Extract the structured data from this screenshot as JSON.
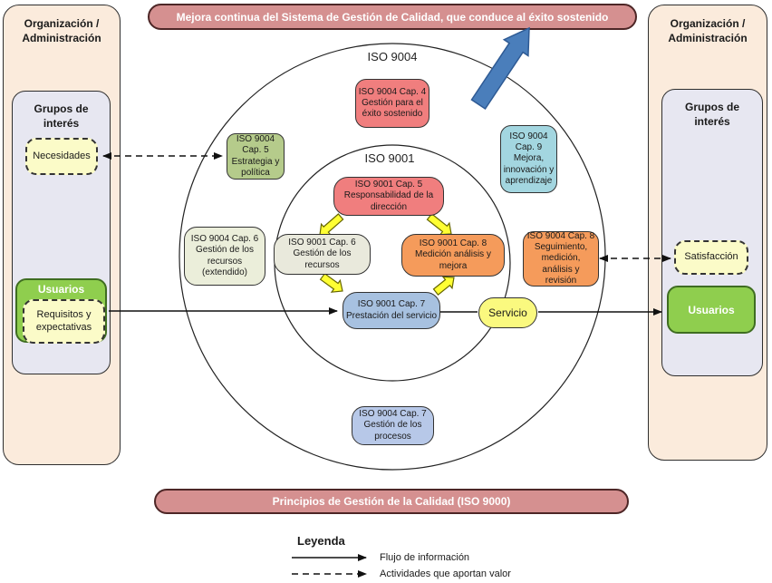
{
  "banners": {
    "top": "Mejora continua del Sistema de Gestión de Calidad, que conduce al éxito sostenido",
    "bottom": "Principios de Gestión de la Calidad (ISO 9000)"
  },
  "left_panel": {
    "title": "Organización /\nAdministración",
    "group_title": "Grupos de\ninterés",
    "needs_label": "Necesidades",
    "users_label": "Usuarios",
    "requirements_label": "Requisitos y\nexpectativas"
  },
  "right_panel": {
    "title": "Organización /\nAdministración",
    "group_title": "Grupos de\ninterés",
    "satisfaction_label": "Satisfacción",
    "users_label": "Usuarios"
  },
  "rings": {
    "outer_label": "ISO 9004",
    "inner_label": "ISO 9001"
  },
  "nodes": {
    "iso9004_cap4": "ISO 9004 Cap. 4\nGestión para el\néxito sostenido",
    "iso9004_cap5": "ISO 9004\nCap. 5\nEstrategia y\npolítica",
    "iso9004_cap6": "ISO 9004 Cap. 6\nGestión de los\nrecursos\n(extendido)",
    "iso9004_cap9": "ISO 9004\nCap. 9\nMejora,\ninnovación y\naprendizaje",
    "iso9004_cap8": "ISO 9004 Cap. 8\nSeguimiento,\nmedición,\nanálisis y revisión",
    "iso9001_cap5": "ISO 9001 Cap. 5\nResponsabilidad de la\ndirección",
    "iso9001_cap6": "ISO 9001 Cap. 6\nGestión de los\nrecursos",
    "iso9001_cap8": "ISO 9001 Cap. 8\nMedición análisis y\nmejora",
    "iso9001_cap7": "ISO 9001 Cap. 7\nPrestación del servicio",
    "iso9004_cap7": "ISO 9004 Cap. 7\nGestión de los\nprocesos",
    "servicio": "Servicio"
  },
  "legend": {
    "title": "Leyenda",
    "solid_arrow_label": "Flujo de información",
    "dashed_arrow_label": "Actividades que aportan valor"
  },
  "colors": {
    "banner_fill": "#d59090",
    "banner_border": "#4d2626",
    "panel_peach": "#fbebdc",
    "panel_lavender": "#e7e7f1",
    "yellow_note": "#fbfbc8",
    "green_users": "#8fce4e",
    "red_node": "#f07e7e",
    "orange_node": "#f59b5b",
    "green_strategy": "#b5cb8b",
    "sage_node": "#ebeeda",
    "pale_node": "#e9e9dc",
    "lightblue_node": "#a3d6e0",
    "periwinkle_node": "#a7c1e0",
    "periwinkle2_node": "#b7c8e8",
    "service_yellow": "#faf97f",
    "blue_arrow": "#4a7ebb",
    "blue_arrow_border": "#2e5a94",
    "yellow_arrow": "#ffff33",
    "yellow_arrow_border": "#666600"
  }
}
